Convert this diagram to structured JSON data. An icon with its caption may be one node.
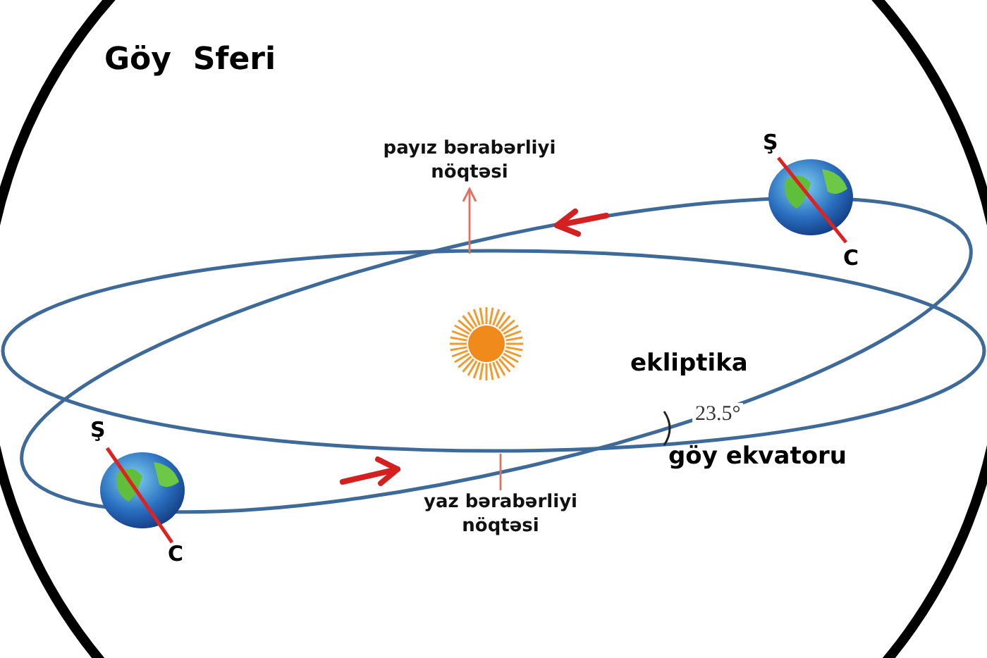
{
  "diagram": {
    "title": "Göy  Sferi",
    "nodes": [
      {
        "text": [
          "payız bərabərliyi nöqtəsi"
        ]
      },
      {
        "text": [
          "yaz bərabərliyi nöqtəsi"
        ]
      }
    ],
    "edges": [
      {
        "from": null,
        "to": 0,
        "arrow": "to",
        "color": "#e07060"
      },
      {
        "from": 1,
        "to": null,
        "arrow": "none",
        "color": "#e07060"
      }
    ],
    "labels": [
      "Ş",
      "C",
      "Ş",
      "C",
      "ekliptika",
      "23.5°",
      "göy ekvatoru"
    ]
  }
}
